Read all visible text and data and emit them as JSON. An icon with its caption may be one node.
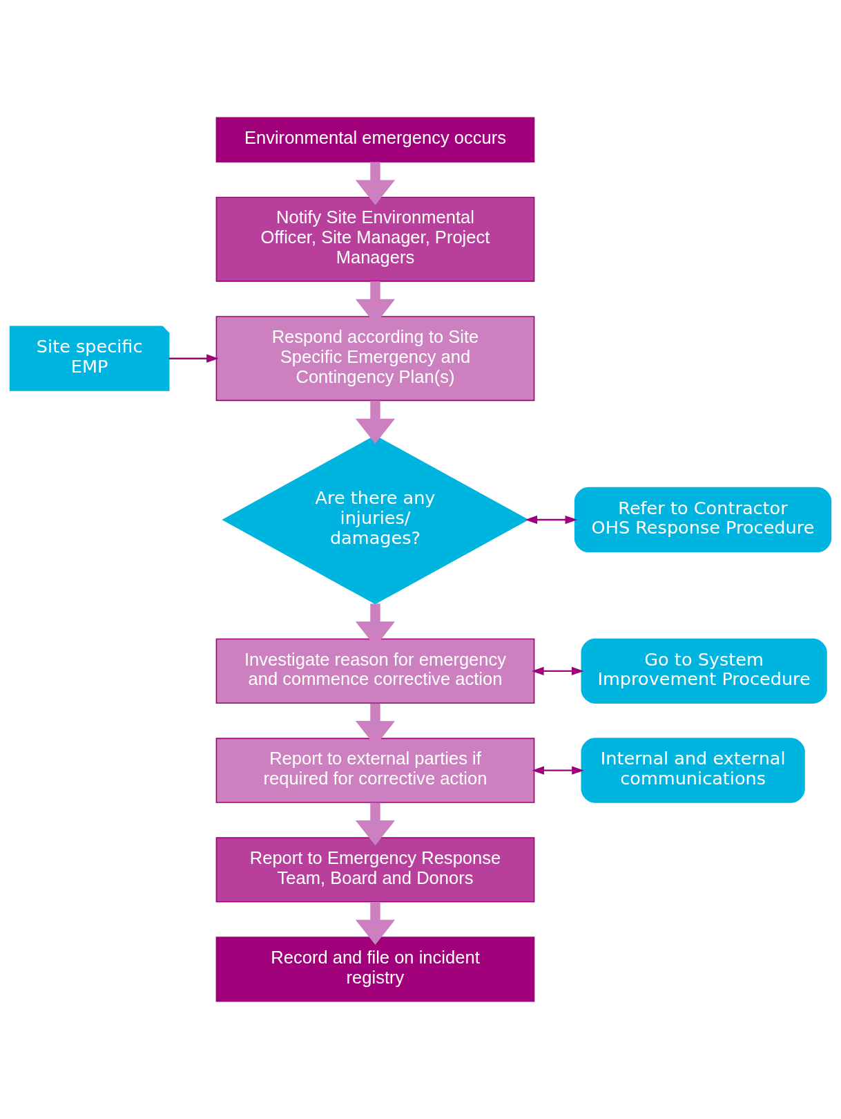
{
  "diagram": {
    "nodes": [
      {
        "text": [
          "Environmental emergency occurs"
        ]
      },
      {
        "text": [
          "Notify Site Environmental Officer, Site Manager, Project Managers"
        ]
      },
      {
        "text": [
          "Site specific EMP"
        ]
      },
      {
        "text": [
          "Respond according to Site Specific Emergency and Contingency Plan(s)"
        ]
      },
      {
        "text": [
          "Are there any injuries/ damages?"
        ]
      },
      {
        "text": [
          "Refer to Contractor OHS Response Procedure"
        ]
      },
      {
        "text": [
          "Investigate reason for emergency and commence corrective action"
        ]
      },
      {
        "text": [
          "Go to System Improvement Procedure"
        ]
      },
      {
        "text": [
          "Report to external parties if required for corrective action"
        ]
      },
      {
        "text": [
          "Internal and external communications"
        ]
      },
      {
        "text": [
          "Report to Emergency Response Team, Board and Donors"
        ]
      },
      {
        "text": [
          "Record and file on incident registry"
        ]
      }
    ],
    "edges": [
      {
        "from": 0,
        "to": 1,
        "arrow": "to"
      },
      {
        "from": 1,
        "to": 3,
        "arrow": "to"
      },
      {
        "from": 2,
        "to": 3,
        "arrow": "to",
        "color": "#a0007a"
      },
      {
        "from": 3,
        "to": 4,
        "arrow": "to"
      },
      {
        "from": 4,
        "to": 5,
        "arrow": "both",
        "color": "#a0007a"
      },
      {
        "from": 4,
        "to": 6,
        "arrow": "to"
      },
      {
        "from": 6,
        "to": 7,
        "arrow": "both",
        "color": "#a0007a"
      },
      {
        "from": 6,
        "to": 8,
        "arrow": "to"
      },
      {
        "from": 8,
        "to": 9,
        "arrow": "both",
        "color": "#a0007a"
      },
      {
        "from": 8,
        "to": 10,
        "arrow": "to"
      },
      {
        "from": 10,
        "to": 11,
        "arrow": "to"
      }
    ]
  }
}
